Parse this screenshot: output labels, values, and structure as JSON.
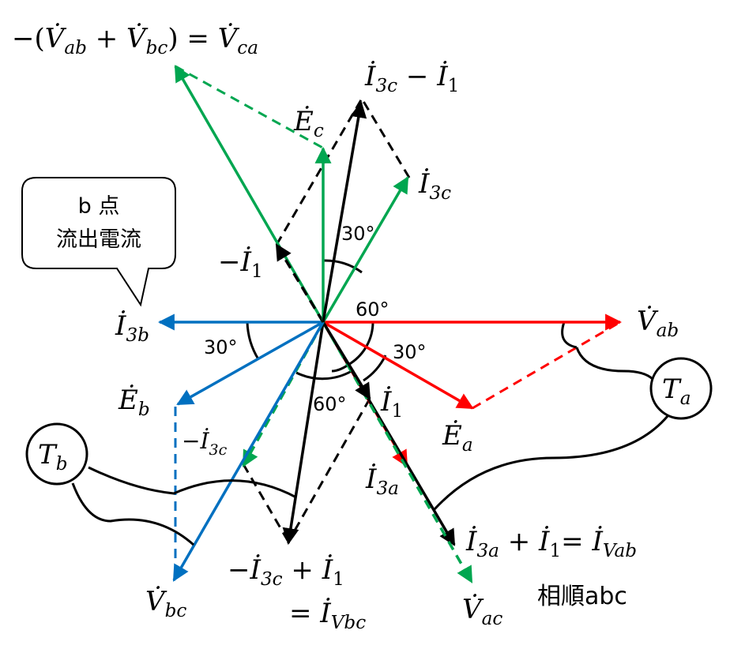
{
  "colors": {
    "red": "#ff0000",
    "green": "#00a650",
    "blue": "#0070c0",
    "black": "#000000"
  },
  "labels": {
    "vca_eq": [
      {
        "t": "−("
      },
      {
        "t": "V̇"
      },
      {
        "t": "ab",
        "s": 1
      },
      {
        "t": " + "
      },
      {
        "t": "V̇"
      },
      {
        "t": "bc",
        "s": 1
      },
      {
        "t": ") = "
      },
      {
        "t": "V̇"
      },
      {
        "t": "ca",
        "s": 1
      }
    ],
    "i3c_minus_i1": [
      {
        "t": "İ"
      },
      {
        "t": "3c",
        "s": 1
      },
      {
        "t": " − "
      },
      {
        "t": "İ"
      },
      {
        "t": "1",
        "s": 1
      }
    ],
    "ec": [
      {
        "t": "Ė"
      },
      {
        "t": "c",
        "s": 1
      }
    ],
    "i3c": [
      {
        "t": "İ"
      },
      {
        "t": "3c",
        "s": 1
      }
    ],
    "minus_i1": [
      {
        "t": "−"
      },
      {
        "t": "İ"
      },
      {
        "t": "1",
        "s": 1
      }
    ],
    "vab": [
      {
        "t": "V̇"
      },
      {
        "t": "ab",
        "s": 1
      }
    ],
    "i3b": [
      {
        "t": "İ"
      },
      {
        "t": "3b",
        "s": 1
      }
    ],
    "eb": [
      {
        "t": "Ė"
      },
      {
        "t": "b",
        "s": 1
      }
    ],
    "i1": [
      {
        "t": "İ"
      },
      {
        "t": "1",
        "s": 1
      }
    ],
    "ea": [
      {
        "t": "Ė"
      },
      {
        "t": "a",
        "s": 1
      }
    ],
    "minus_i3c": [
      {
        "t": "−"
      },
      {
        "t": "İ"
      },
      {
        "t": "3c",
        "s": 1
      }
    ],
    "i3a": [
      {
        "t": "İ"
      },
      {
        "t": "3a",
        "s": 1
      }
    ],
    "ivab_eq": [
      {
        "t": "İ"
      },
      {
        "t": "3a",
        "s": 1
      },
      {
        "t": " + "
      },
      {
        "t": "İ"
      },
      {
        "t": "1",
        "s": 1
      },
      {
        "t": "= "
      },
      {
        "t": "İ"
      },
      {
        "t": "Vab",
        "s": 1
      }
    ],
    "ivbc_eq1": [
      {
        "t": "−"
      },
      {
        "t": "İ"
      },
      {
        "t": "3c",
        "s": 1
      },
      {
        "t": " + "
      },
      {
        "t": "İ"
      },
      {
        "t": "1",
        "s": 1
      }
    ],
    "ivbc_eq2": [
      {
        "t": "= "
      },
      {
        "t": "İ"
      },
      {
        "t": "Vbc",
        "s": 1
      }
    ],
    "vbc": [
      {
        "t": "V̇"
      },
      {
        "t": "bc",
        "s": 1
      }
    ],
    "vac": [
      {
        "t": "V̇"
      },
      {
        "t": "ac",
        "s": 1
      }
    ],
    "ta": [
      {
        "t": "T"
      },
      {
        "t": "a",
        "s": 1
      }
    ],
    "tb": [
      {
        "t": "T"
      },
      {
        "t": "b",
        "s": 1
      }
    ]
  },
  "angles": {
    "a1": "30°",
    "a2": "60°",
    "a3": "30°",
    "a4": "30°",
    "a5": "60°"
  },
  "bubble": {
    "line1": "b 点",
    "line2": "流出電流"
  },
  "phase_order": "相順abc"
}
